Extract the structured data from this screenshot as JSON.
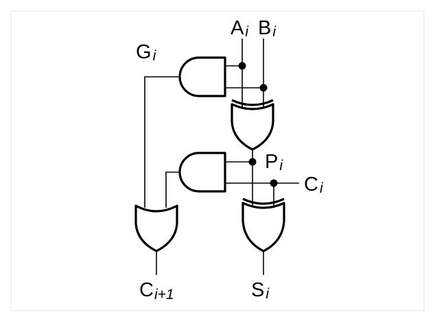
{
  "labels": {
    "a": {
      "main": "A",
      "sub": "i"
    },
    "b": {
      "main": "B",
      "sub": "i"
    },
    "g": {
      "main": "G",
      "sub": "i"
    },
    "p": {
      "main": "P",
      "sub": "i"
    },
    "c": {
      "main": "C",
      "sub": "i"
    },
    "cout": {
      "main": "C",
      "sub": "i+1"
    },
    "s": {
      "main": "S",
      "sub": "i"
    }
  }
}
